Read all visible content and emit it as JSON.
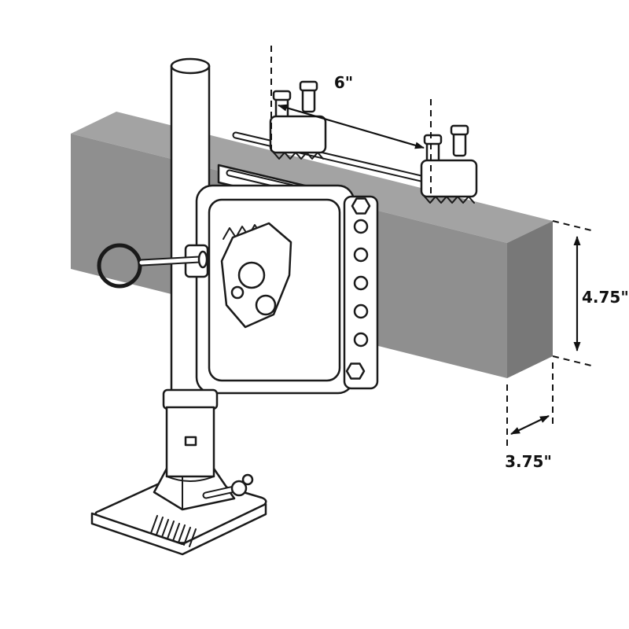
{
  "diagram": {
    "kind": "trailer-jack-mounting-bracket-dimension-diagram",
    "dimensions": {
      "top_width": {
        "label": "6\""
      },
      "side_height": {
        "label": "4.75\""
      },
      "depth": {
        "label": "3.75\""
      }
    },
    "colors": {
      "beam_top": "#a3a3a3",
      "beam_front": "#8f8f8f",
      "beam_end": "#787878",
      "outline": "#1a1a1a",
      "background": "#ffffff"
    }
  }
}
